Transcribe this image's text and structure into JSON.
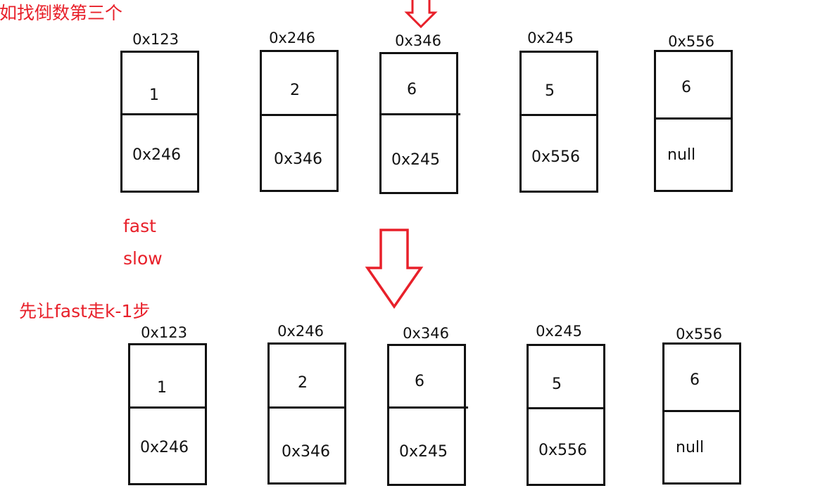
{
  "colors": {
    "accent": "#e8202a",
    "ink": "#111111"
  },
  "notes": {
    "top_label": "比如找倒数第三个",
    "fast_label": "fast",
    "slow_label": "slow",
    "step_label": "先让fast走k-1步"
  },
  "rows": [
    {
      "nodes": [
        {
          "addr": "0x123",
          "value": "1",
          "next": "0x246"
        },
        {
          "addr": "0x246",
          "value": "2",
          "next": "0x346"
        },
        {
          "addr": "0x346",
          "value": "6",
          "next": "0x245"
        },
        {
          "addr": "0x245",
          "value": "5",
          "next": "0x556"
        },
        {
          "addr": "0x556",
          "value": "6",
          "next": "null"
        }
      ]
    },
    {
      "nodes": [
        {
          "addr": "0x123",
          "value": "1",
          "next": "0x246"
        },
        {
          "addr": "0x246",
          "value": "2",
          "next": "0x346"
        },
        {
          "addr": "0x346",
          "value": "6",
          "next": "0x245"
        },
        {
          "addr": "0x245",
          "value": "5",
          "next": "0x556"
        },
        {
          "addr": "0x556",
          "value": "6",
          "next": "null"
        }
      ]
    }
  ]
}
